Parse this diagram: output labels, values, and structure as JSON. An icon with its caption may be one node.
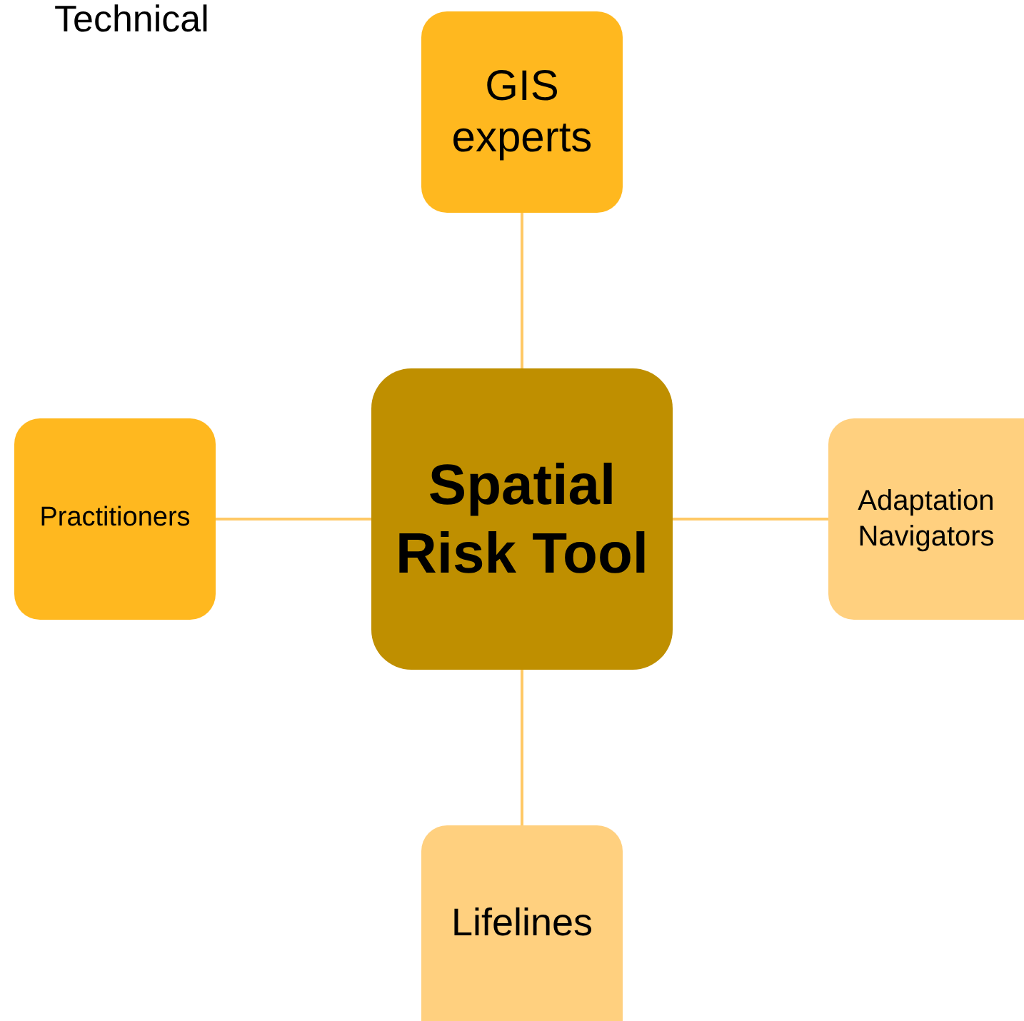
{
  "diagram": {
    "nodes": [
      {
        "text": [
          "Spatial Risk Tool"
        ]
      },
      {
        "text": [
          "GIS experts"
        ]
      },
      {
        "text": [
          "Practitioners"
        ]
      },
      {
        "text": [
          "Adaptation Navigators"
        ]
      },
      {
        "text": [
          "Lifelines"
        ]
      }
    ],
    "edges": [
      {
        "from": 0,
        "to": 1,
        "arrow": "none"
      },
      {
        "from": 0,
        "to": 2,
        "arrow": "none"
      },
      {
        "from": 0,
        "to": 3,
        "arrow": "none"
      },
      {
        "from": 0,
        "to": 4,
        "arrow": "none"
      }
    ],
    "labels": [
      "Technical"
    ]
  }
}
